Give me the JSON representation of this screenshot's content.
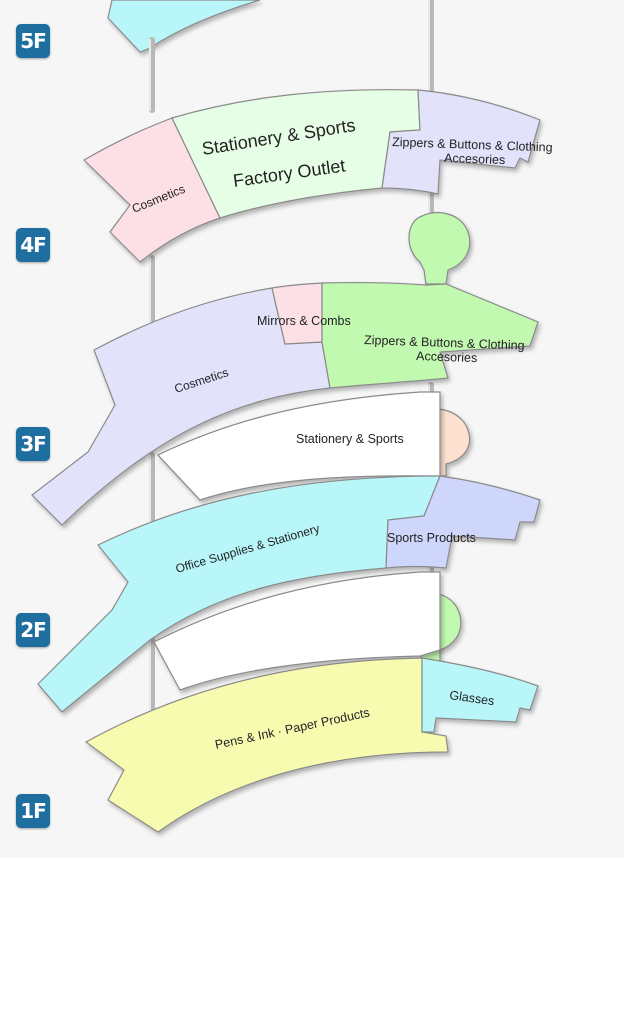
{
  "colors": {
    "badge": "#1f6ea0",
    "cyan": "#b8f6fa",
    "pink": "#fde0e6",
    "mint": "#e6fde6",
    "lavender": "#e2e2fb",
    "green": "#c2f9b0",
    "peach": "#fde0d0",
    "yellow": "#f7fbb0",
    "white": "#ffffff"
  },
  "floors": [
    {
      "label": "5F"
    },
    {
      "label": "4F"
    },
    {
      "label": "3F"
    },
    {
      "label": "2F"
    },
    {
      "label": "1F"
    }
  ],
  "zones": {
    "f4_cosmetics": "Cosmetics",
    "f4_stationery_line1": "Stationery & Sports",
    "f4_stationery_line2": "Factory Outlet",
    "f4_zippers_line1": "Zippers & Buttons & Clothing",
    "f4_zippers_line2": "Accesories",
    "f3_mirrors": "Mirrors & Combs",
    "f3_cosmetics": "Cosmetics",
    "f3_zippers_line1": "Zippers & Buttons & Clothing",
    "f3_zippers_line2": "Accesories",
    "f2_stationery_sports": "Stationery & Sports",
    "f2_office": "Office Supplies & Stationery",
    "f2_sports": "Sports Products",
    "f1_pens": "Pens & Ink · Paper Products",
    "f1_glasses": "Glasses"
  }
}
